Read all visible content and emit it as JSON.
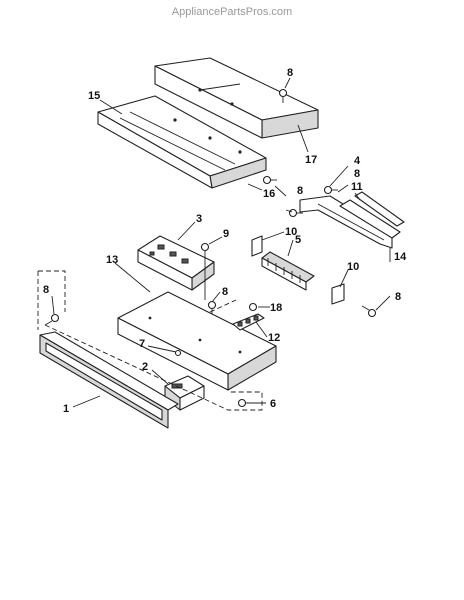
{
  "watermark": "AppliancePartsPros.com",
  "callouts": {
    "c8a": "8",
    "c15": "15",
    "c17": "17",
    "c4": "4",
    "c8b": "8",
    "c8c": "8",
    "c11": "11",
    "c16": "16",
    "c3": "3",
    "c9": "9",
    "c10a": "10",
    "c5": "5",
    "c13": "13",
    "c8d": "8",
    "c10b": "10",
    "c8e": "8",
    "c14": "14",
    "c8f": "8",
    "c18": "18",
    "c12": "12",
    "c7": "7",
    "c2": "2",
    "c6": "6",
    "c1": "1"
  }
}
